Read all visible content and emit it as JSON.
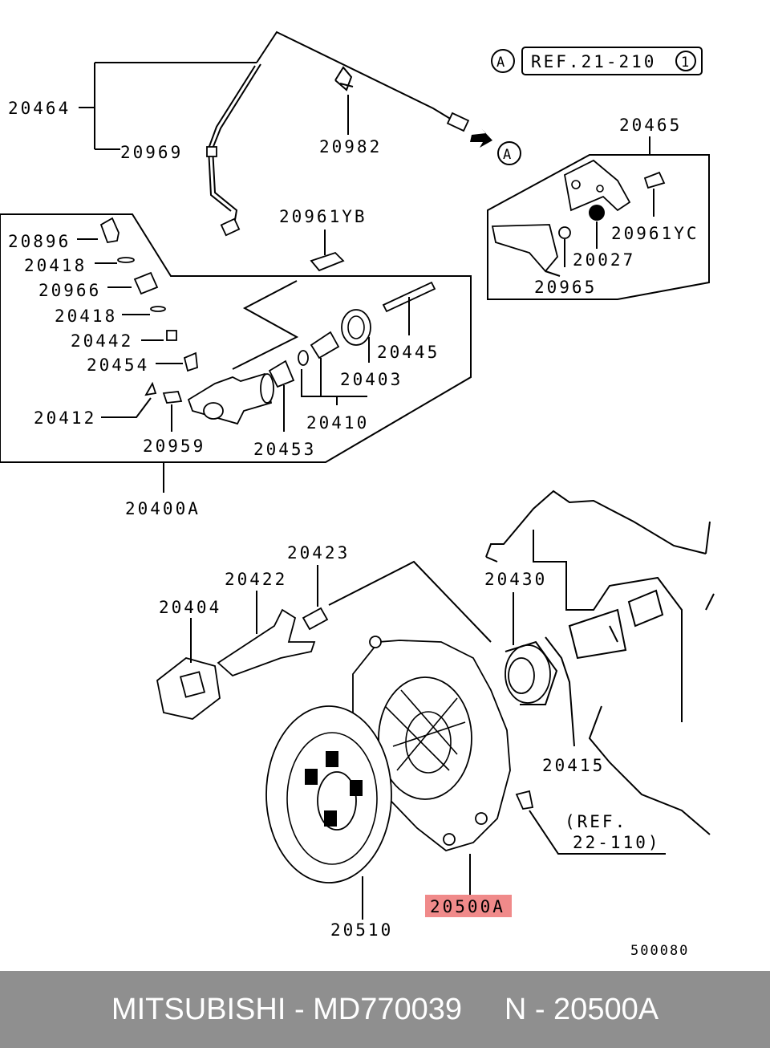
{
  "diagram": {
    "labels": {
      "p20464": "20464",
      "p20969": "20969",
      "p20982": "20982",
      "refA1": "A",
      "ref21": "REF.21-210",
      "ref21num": "1",
      "refA2": "A",
      "p20465": "20465",
      "p20961YC": "20961YC",
      "p20027": "20027",
      "p20965": "20965",
      "p20961YB": "20961YB",
      "p20896": "20896",
      "p20418a": "20418",
      "p20966": "20966",
      "p20418b": "20418",
      "p20442": "20442",
      "p20454": "20454",
      "p20412": "20412",
      "p20959": "20959",
      "p20453": "20453",
      "p20410": "20410",
      "p20403": "20403",
      "p20445": "20445",
      "p20400A": "20400A",
      "p20423": "20423",
      "p20422": "20422",
      "p20404": "20404",
      "p20430": "20430",
      "p20415": "20415",
      "ref22a": "(REF.",
      "ref22b": "22-110)",
      "p20510": "20510",
      "p20500A": "20500A",
      "code": "500080"
    },
    "highlight_color": "#f08a8a"
  },
  "footer": {
    "text": "MITSUBISHI - MD770039     N - 20500A",
    "background": "#8f8f8f"
  }
}
